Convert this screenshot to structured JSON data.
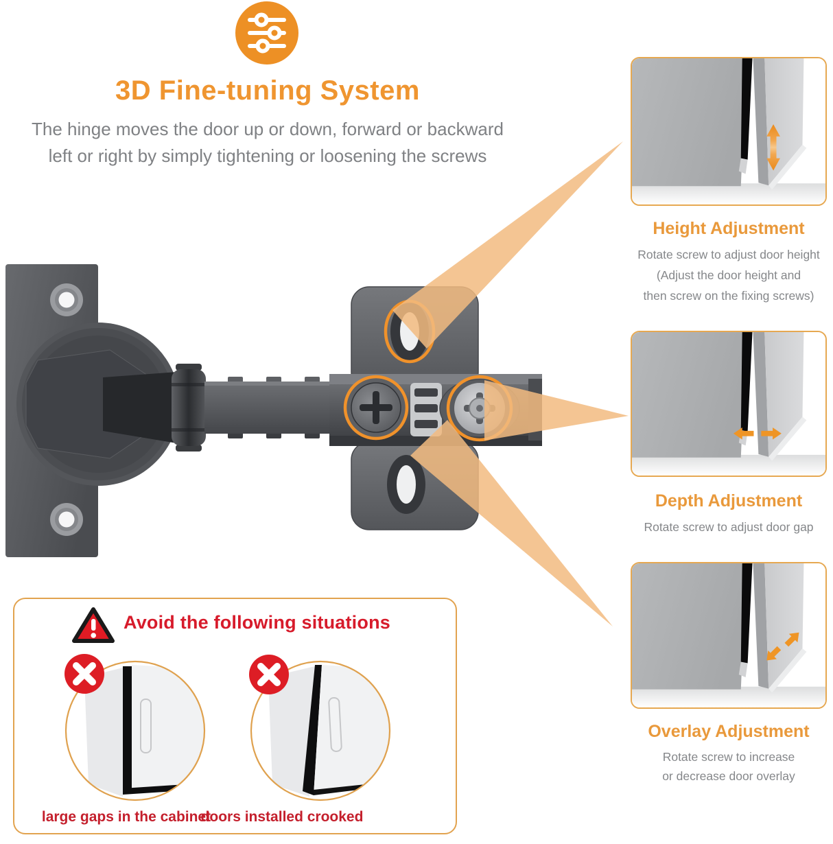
{
  "header": {
    "icon": "sliders-icon",
    "title": "3D Fine-tuning System",
    "subtitle_line1": "The hinge moves the door up or down, forward or backward",
    "subtitle_line2": "left or right by simply tightening or loosening the screws"
  },
  "adjustments": [
    {
      "title": "Height Adjustment",
      "arrow": "vertical-double-arrow",
      "lines": [
        "Rotate screw to adjust door height",
        "(Adjust the door height and",
        "then screw on the fixing screws)"
      ]
    },
    {
      "title": "Depth Adjustment",
      "arrow": "horizontal-double-arrow",
      "lines": [
        "Rotate screw to adjust door gap"
      ]
    },
    {
      "title": "Overlay Adjustment",
      "arrow": "diagonal-double-arrow",
      "lines": [
        "Rotate screw to increase",
        "or decrease door overlay"
      ]
    }
  ],
  "avoid": {
    "title": "Avoid the following situations",
    "icon": "warning-triangle-icon",
    "items": [
      {
        "caption": "large gaps in the cabinet",
        "badge": "red-cross-icon"
      },
      {
        "caption": "doors installed crooked",
        "badge": "red-cross-icon"
      }
    ]
  },
  "colors": {
    "accent_orange": "#EF9530",
    "panel_title_orange": "#E9993B",
    "panel_border": "#E6A851",
    "beam_orange": "#F2BB80",
    "highlight_ring": "#F0922B",
    "gray_text": "#7F8184",
    "red": "#D71B2B",
    "hinge_metal": "#55575B"
  }
}
